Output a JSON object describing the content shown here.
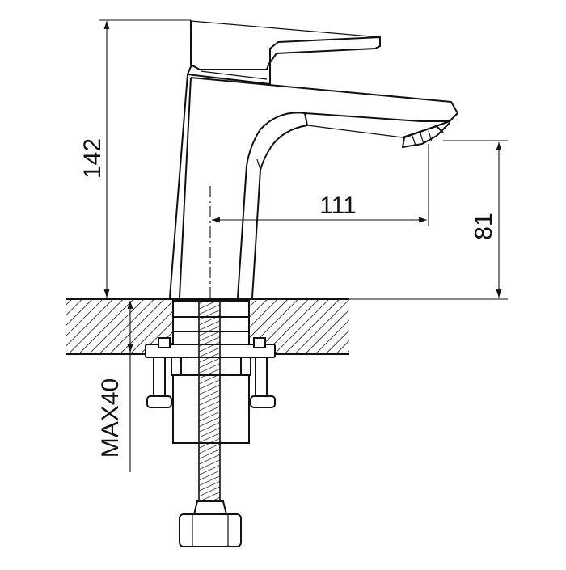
{
  "diagram": {
    "dimensions": [
      {
        "id": "height",
        "label": "142"
      },
      {
        "id": "reach",
        "label": "111"
      },
      {
        "id": "spout_height",
        "label": "81"
      },
      {
        "id": "max_thickness",
        "label": "MAX40"
      }
    ],
    "colors": {
      "line": "#111111",
      "background": "#ffffff"
    }
  }
}
